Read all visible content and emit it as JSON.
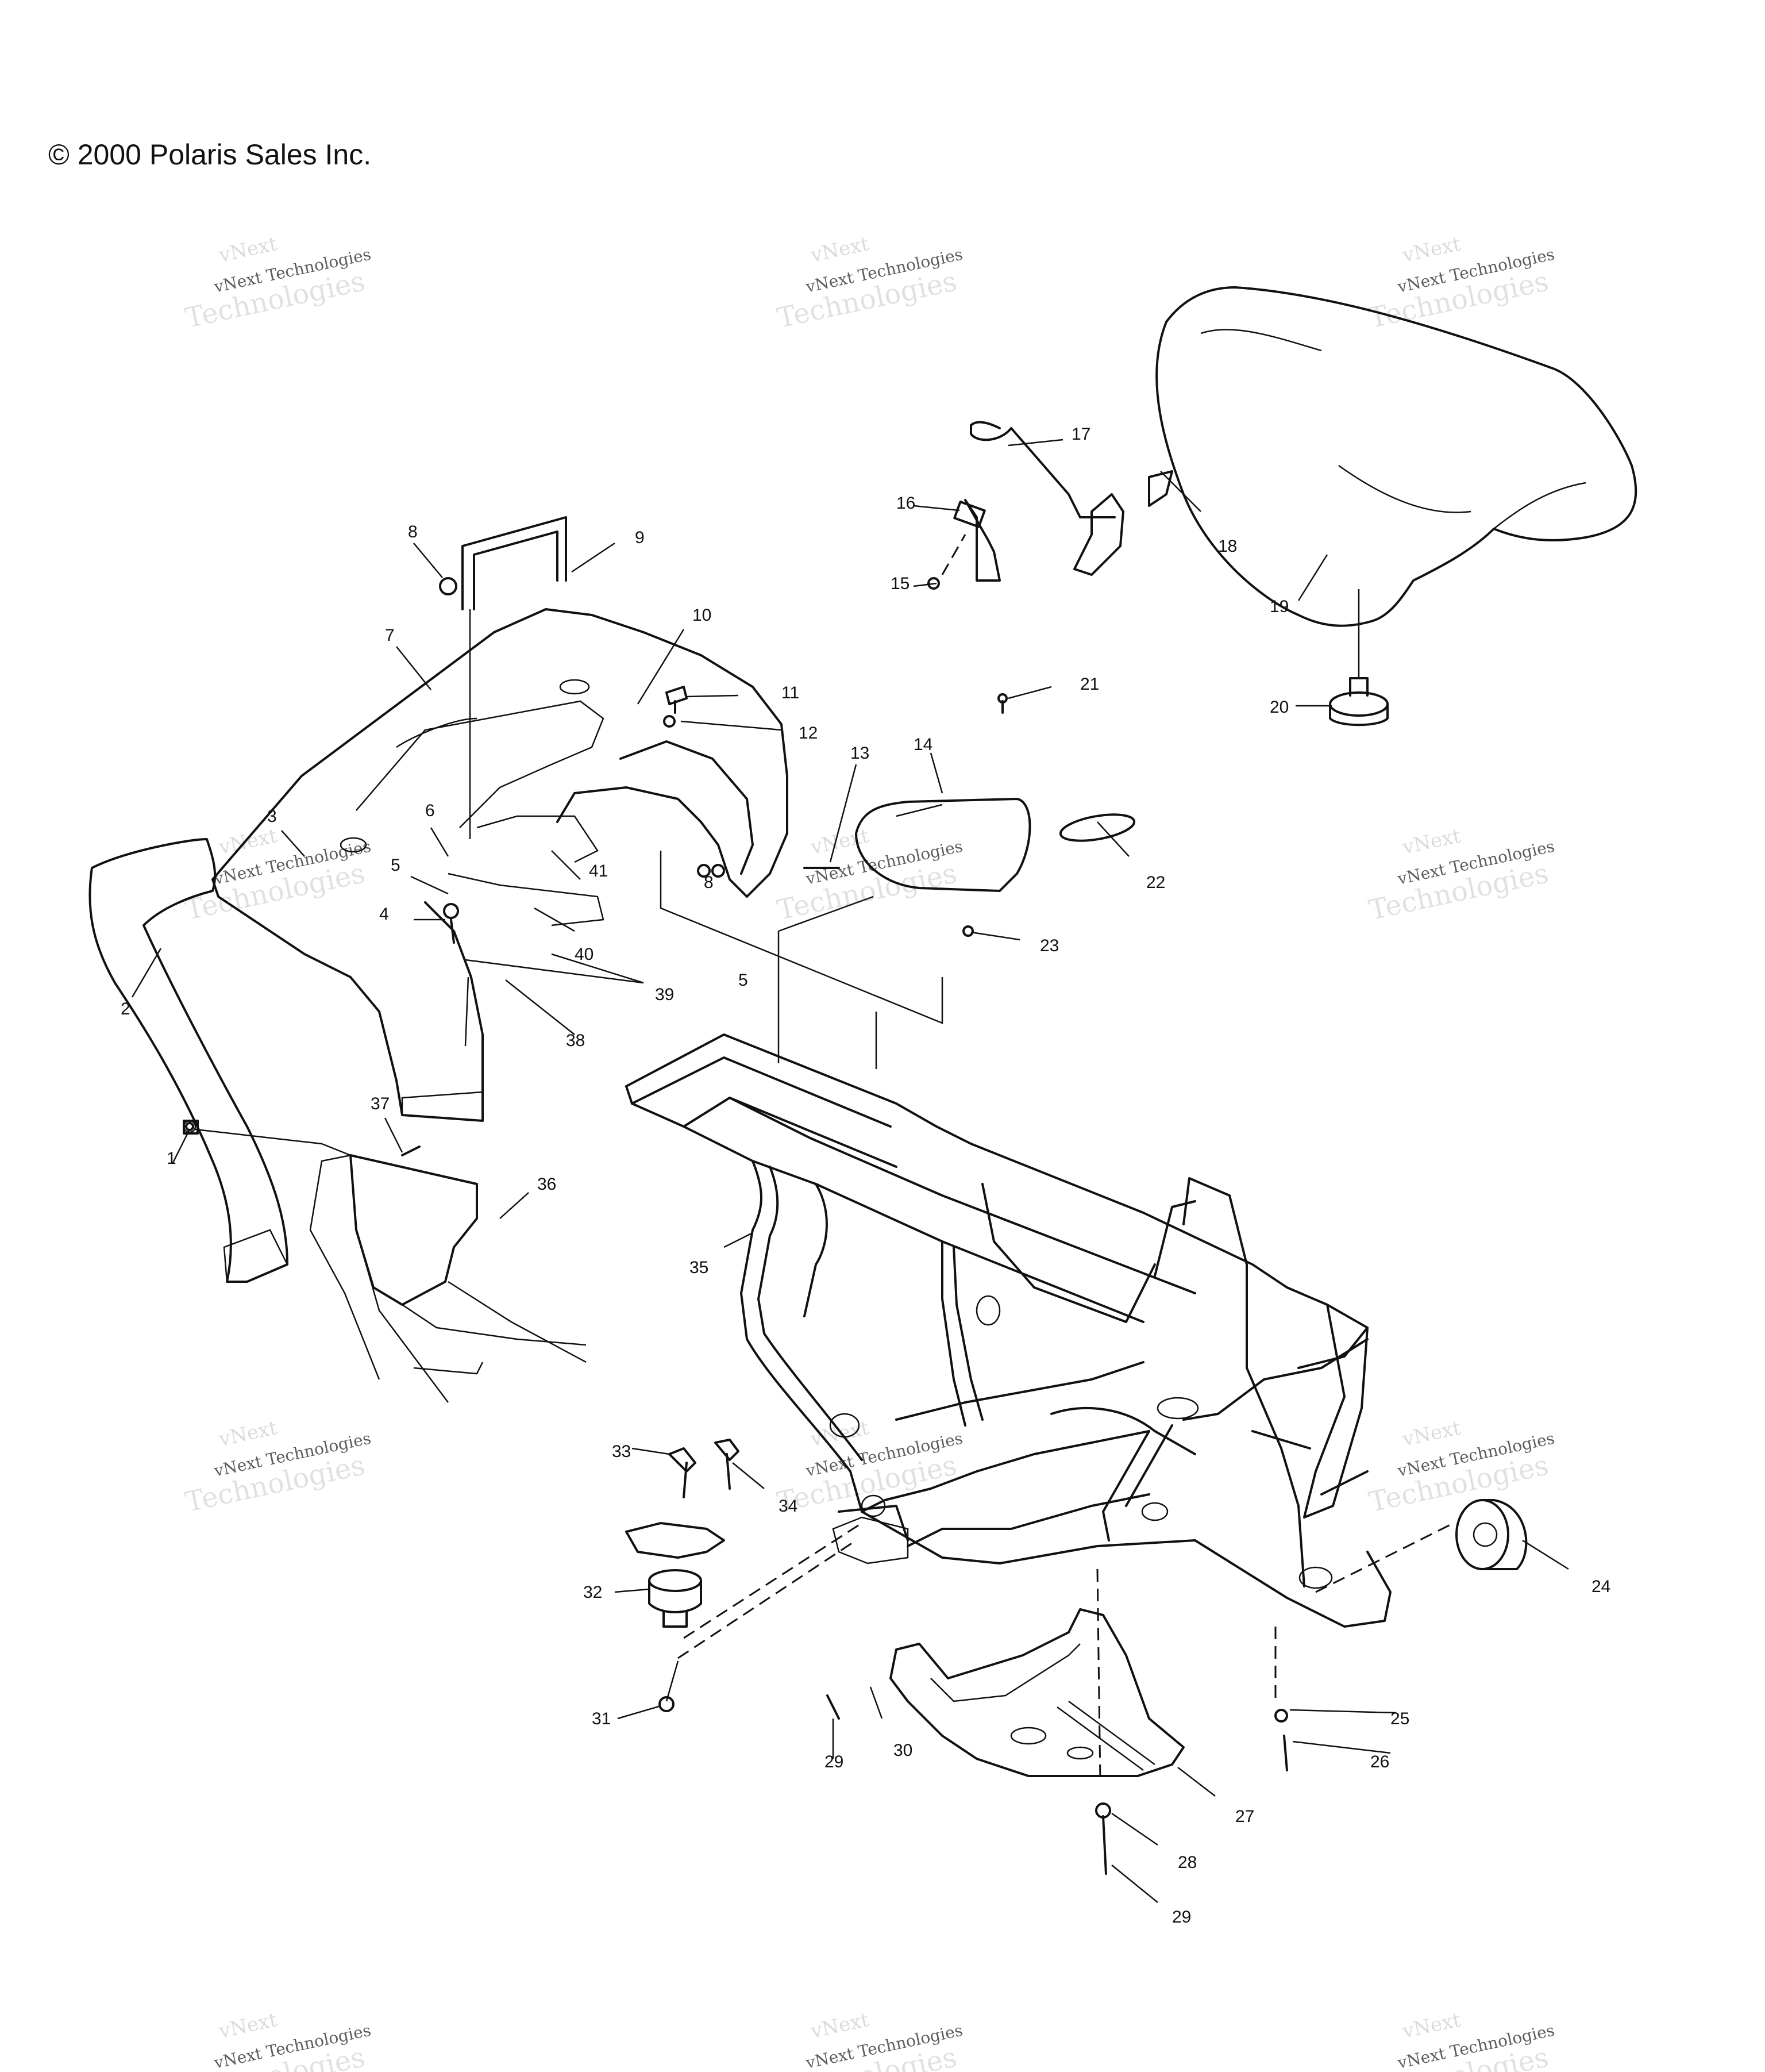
{
  "copyright": "© 2000 Polaris Sales Inc.",
  "watermark": {
    "brand": "vNext",
    "company": "vNext Technologies",
    "word": "Technologies"
  },
  "part_numbers": [
    "1",
    "2",
    "3",
    "4",
    "5",
    "5",
    "6",
    "7",
    "8",
    "8",
    "9",
    "10",
    "11",
    "12",
    "13",
    "14",
    "15",
    "16",
    "17",
    "18",
    "19",
    "20",
    "21",
    "22",
    "23",
    "24",
    "25",
    "26",
    "27",
    "28",
    "29",
    "29",
    "30",
    "31",
    "32",
    "33",
    "34",
    "35",
    "36",
    "37",
    "38",
    "39",
    "40",
    "41"
  ]
}
